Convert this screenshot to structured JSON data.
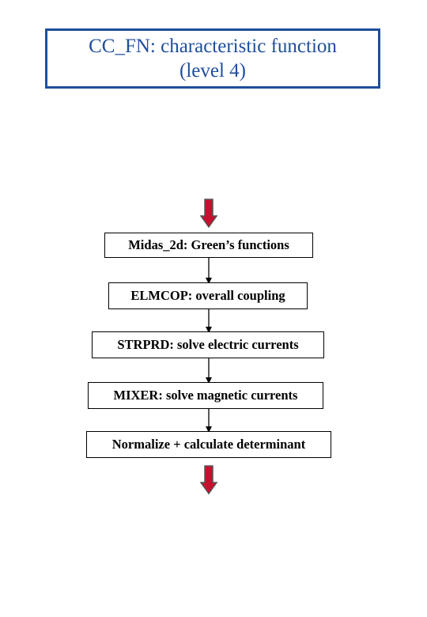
{
  "title": {
    "line1": "CC_FN: characteristic function",
    "line2": "(level 4)"
  },
  "steps": [
    {
      "label": "Midas_2d: Green’s functions"
    },
    {
      "label": "ELMCOP: overall coupling"
    },
    {
      "label": "STRPRD: solve electric currents"
    },
    {
      "label": "MIXER: solve magnetic currents"
    },
    {
      "label": "Normalize + calculate determinant"
    }
  ],
  "colors": {
    "title_border": "#1f4e9c",
    "title_text": "#1f4e9c",
    "flow_arrow_fill": "#c8102e",
    "flow_arrow_outline": "#555555",
    "connector": "#000000"
  },
  "icons": {
    "entry_arrow": "red-down-arrow-icon",
    "exit_arrow": "red-down-arrow-icon"
  }
}
